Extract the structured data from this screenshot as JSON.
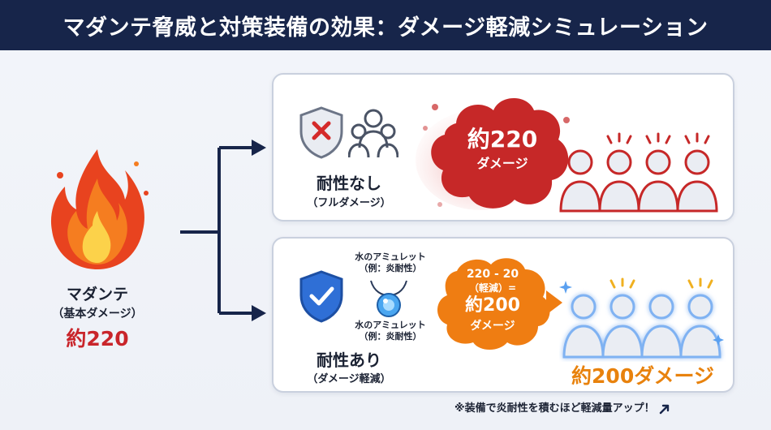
{
  "header": {
    "title": "マダンテ脅威と対策装備の効果：ダメージ軽減シミュレーション"
  },
  "source": {
    "name": "マダンテ",
    "sub": "（基本ダメージ）",
    "value": "約220"
  },
  "no_resist": {
    "label": "耐性なし",
    "sub": "（フルダメージ）",
    "damage_line1": "約220",
    "damage_line2": "ダメージ"
  },
  "with_resist": {
    "label": "耐性あり",
    "sub": "（ダメージ軽減）",
    "amulet_line1": "水のアミュレット",
    "amulet_line2": "（例：炎耐性）",
    "calc_line1": "220 - 20",
    "calc_line2": "（軽減）=",
    "calc_line3": "約200",
    "calc_line4": "ダメージ",
    "result": "約200ダメージ"
  },
  "footer": {
    "note": "※装備で炎耐性を積むほど軽減量アップ！"
  },
  "colors": {
    "header_bg": "#17254a",
    "danger": "#c9252b",
    "reduced": "#e8820d",
    "shield_blue": "#2f6fd6",
    "party_glow": "#8fc1ff"
  }
}
